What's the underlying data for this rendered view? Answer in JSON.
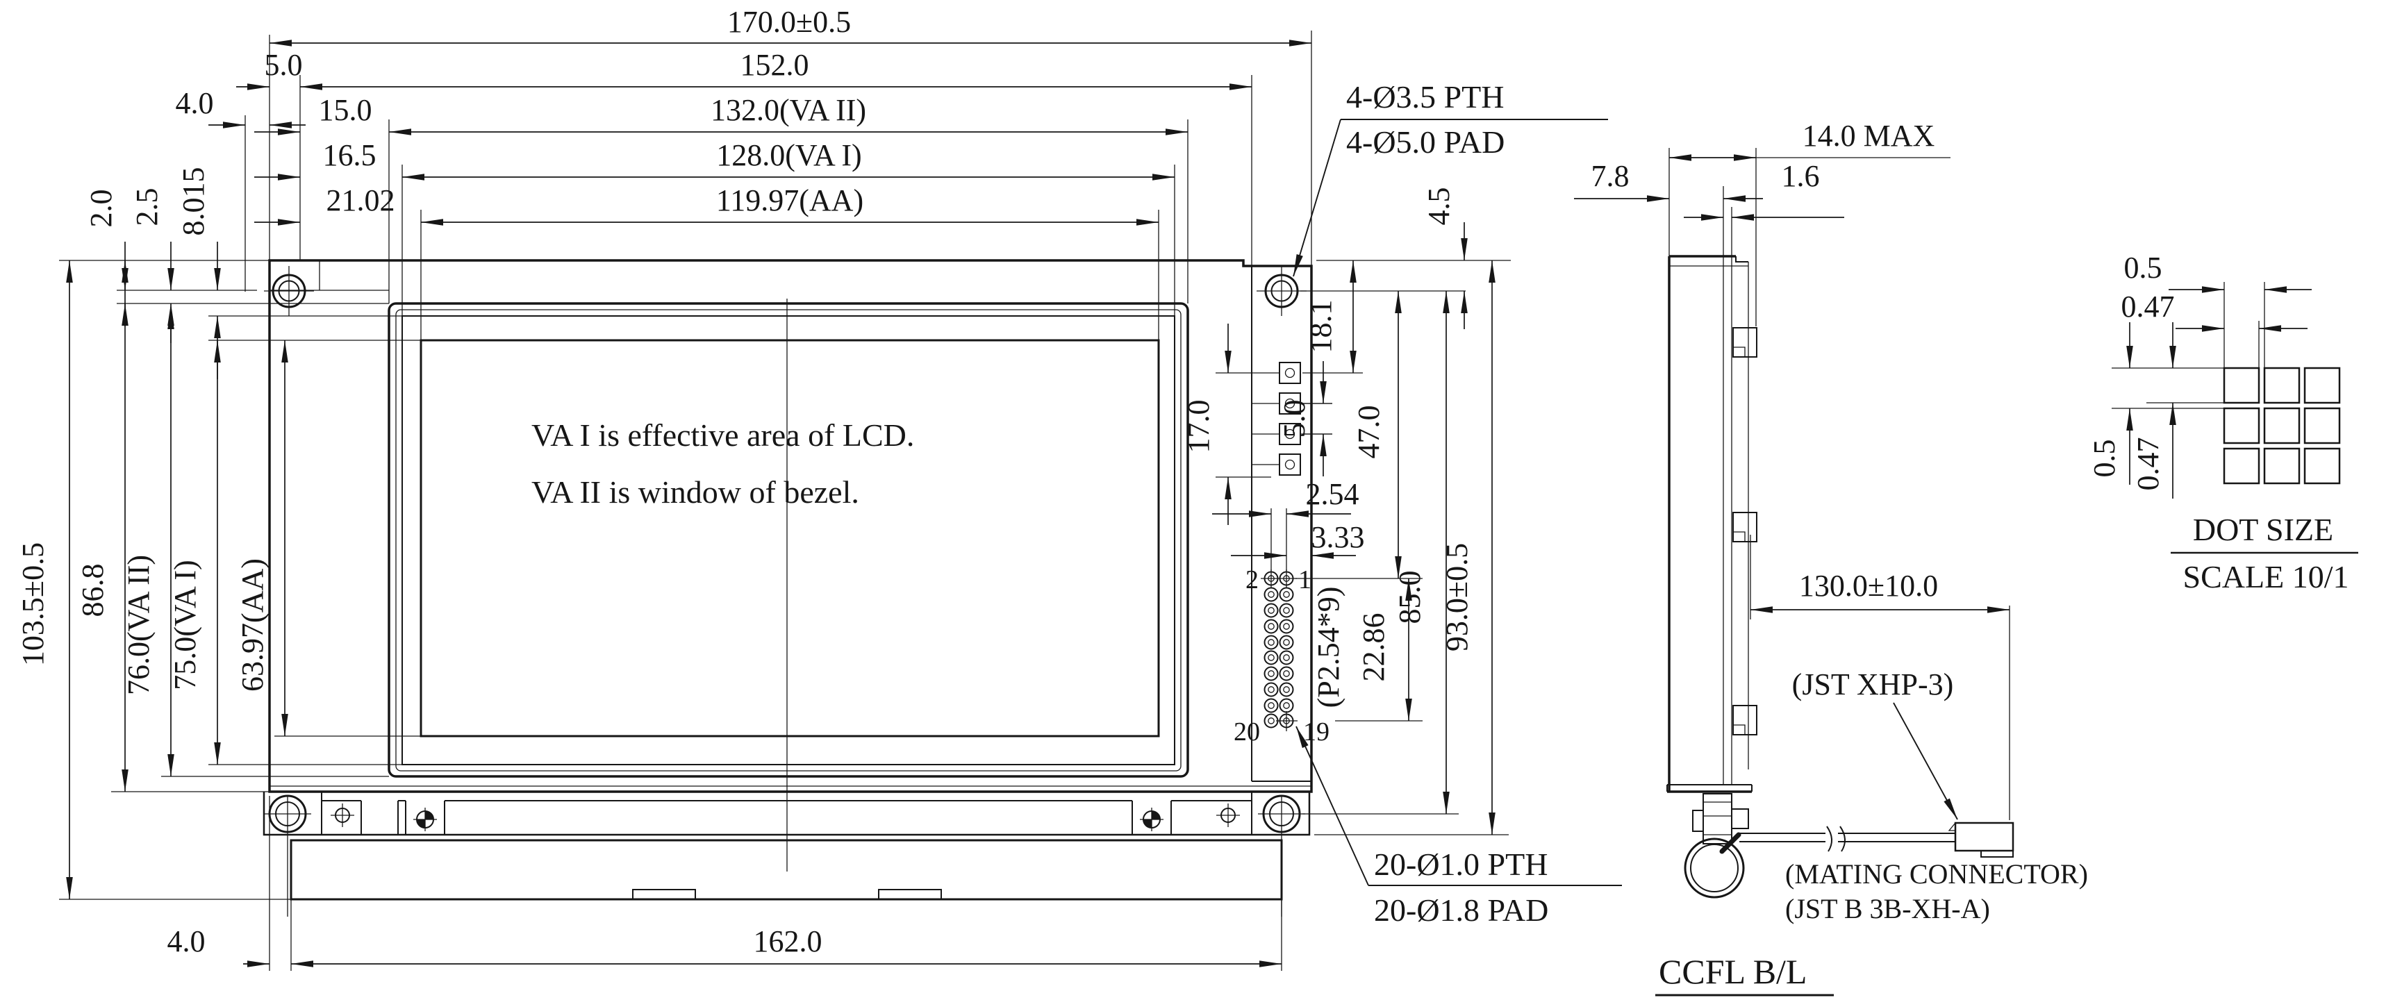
{
  "front_view": {
    "note_line1": "VA I is effective area of LCD.",
    "note_line2": "VA II is window of bezel.",
    "dims_top": {
      "overall": "170.0±0.5",
      "edge_offset": "5.0",
      "inner_span": "152.0",
      "va2_offset": "15.0",
      "va2_width": "132.0(VA II)",
      "va1_offset": "16.5",
      "va1_width": "128.0(VA I)",
      "aa_offset": "21.02",
      "aa_width": "119.97(AA)",
      "bracket_offset": "4.0"
    },
    "dims_left": {
      "overall": "103.5±0.5",
      "bezel_height": "86.8",
      "va2_height": "76.0(VA II)",
      "va1_height": "75.0(VA I)",
      "aa_height": "63.97(AA)",
      "lip": "2.0",
      "va1_top_offset": "2.5",
      "aa_top_offset": "8.015"
    },
    "dims_right": {
      "mount_hole_callout_1": "4-Ø3.5 PTH",
      "mount_hole_callout_2": "4-Ø5.0 PAD",
      "hole_top_offset": "4.5",
      "pad_top_offset": "18.1",
      "pad_span": "17.0",
      "pad_pitch": "5.0",
      "pin_top_offset": "47.0",
      "pin_col_pitch": "2.54",
      "pin_edge_offset": "3.33",
      "hole_span": "85.0",
      "pcb_height": "93.0±0.5",
      "pin_row_pitch_note": "(P2.54*9)",
      "pin_row_span": "22.86",
      "pin_hole_callout_1": "20-Ø1.0 PTH",
      "pin_hole_callout_2": "20-Ø1.8 PAD"
    },
    "pin_labels": {
      "pin1": "1",
      "pin2": "2",
      "pin19": "19",
      "pin20": "20"
    },
    "dims_bottom": {
      "tray_offset": "4.0",
      "tray_width": "162.0"
    }
  },
  "side_view": {
    "dims": {
      "thickness_max": "14.0 MAX",
      "bezel_depth": "7.8",
      "pcb_thickness": "1.6",
      "cable_length": "130.0±10.0"
    },
    "labels": {
      "connector": "(JST XHP-3)",
      "mating_1": "(MATING CONNECTOR)",
      "mating_2": "(JST B 3B-XH-A)",
      "title": "CCFL  B/L"
    }
  },
  "dot_detail": {
    "dims": {
      "h_pitch": "0.5",
      "h_dot": "0.47",
      "v_pitch": "0.5",
      "v_dot": "0.47"
    },
    "title": "DOT SIZE",
    "scale": "SCALE 10/1"
  }
}
